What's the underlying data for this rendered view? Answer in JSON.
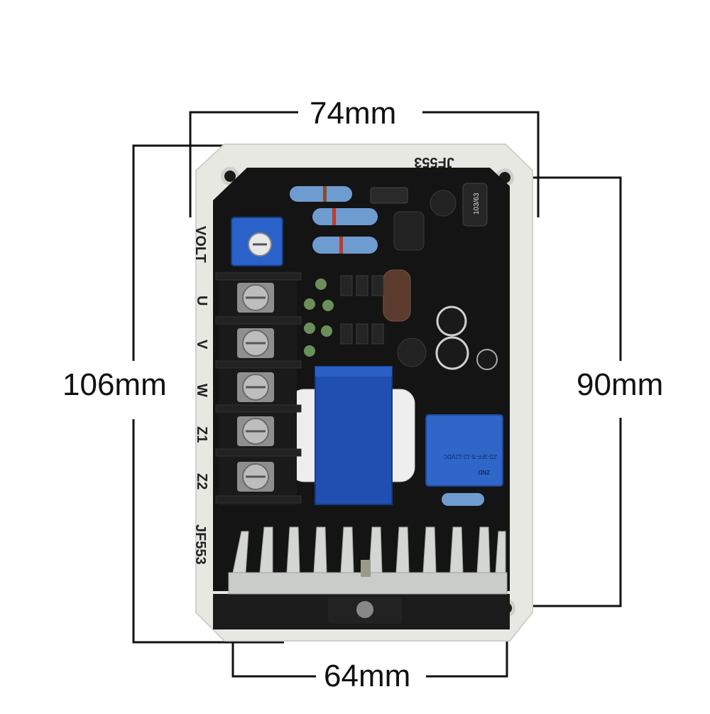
{
  "dimensions": {
    "width_top": "74mm",
    "height_left": "106mm",
    "hole_pitch_vertical": "90mm",
    "hole_pitch_horizontal": "64mm"
  },
  "board": {
    "model_top": "JF553",
    "model_side": "JF553",
    "pot_label": "VOLT",
    "terminals": [
      "U",
      "V",
      "W",
      "Z1",
      "Z2"
    ],
    "relay_brand": "ZND",
    "relay_model": "ZD-3FF-S-12-12VDC",
    "transistor_code": "103/63"
  },
  "colors": {
    "frame": "#e7e8e2",
    "pcb": "#141414",
    "transformer": "#1f4fb0",
    "relay": "#2f66c8",
    "heatsink": "#c9ccc8",
    "dimension_lines": "#111111"
  }
}
